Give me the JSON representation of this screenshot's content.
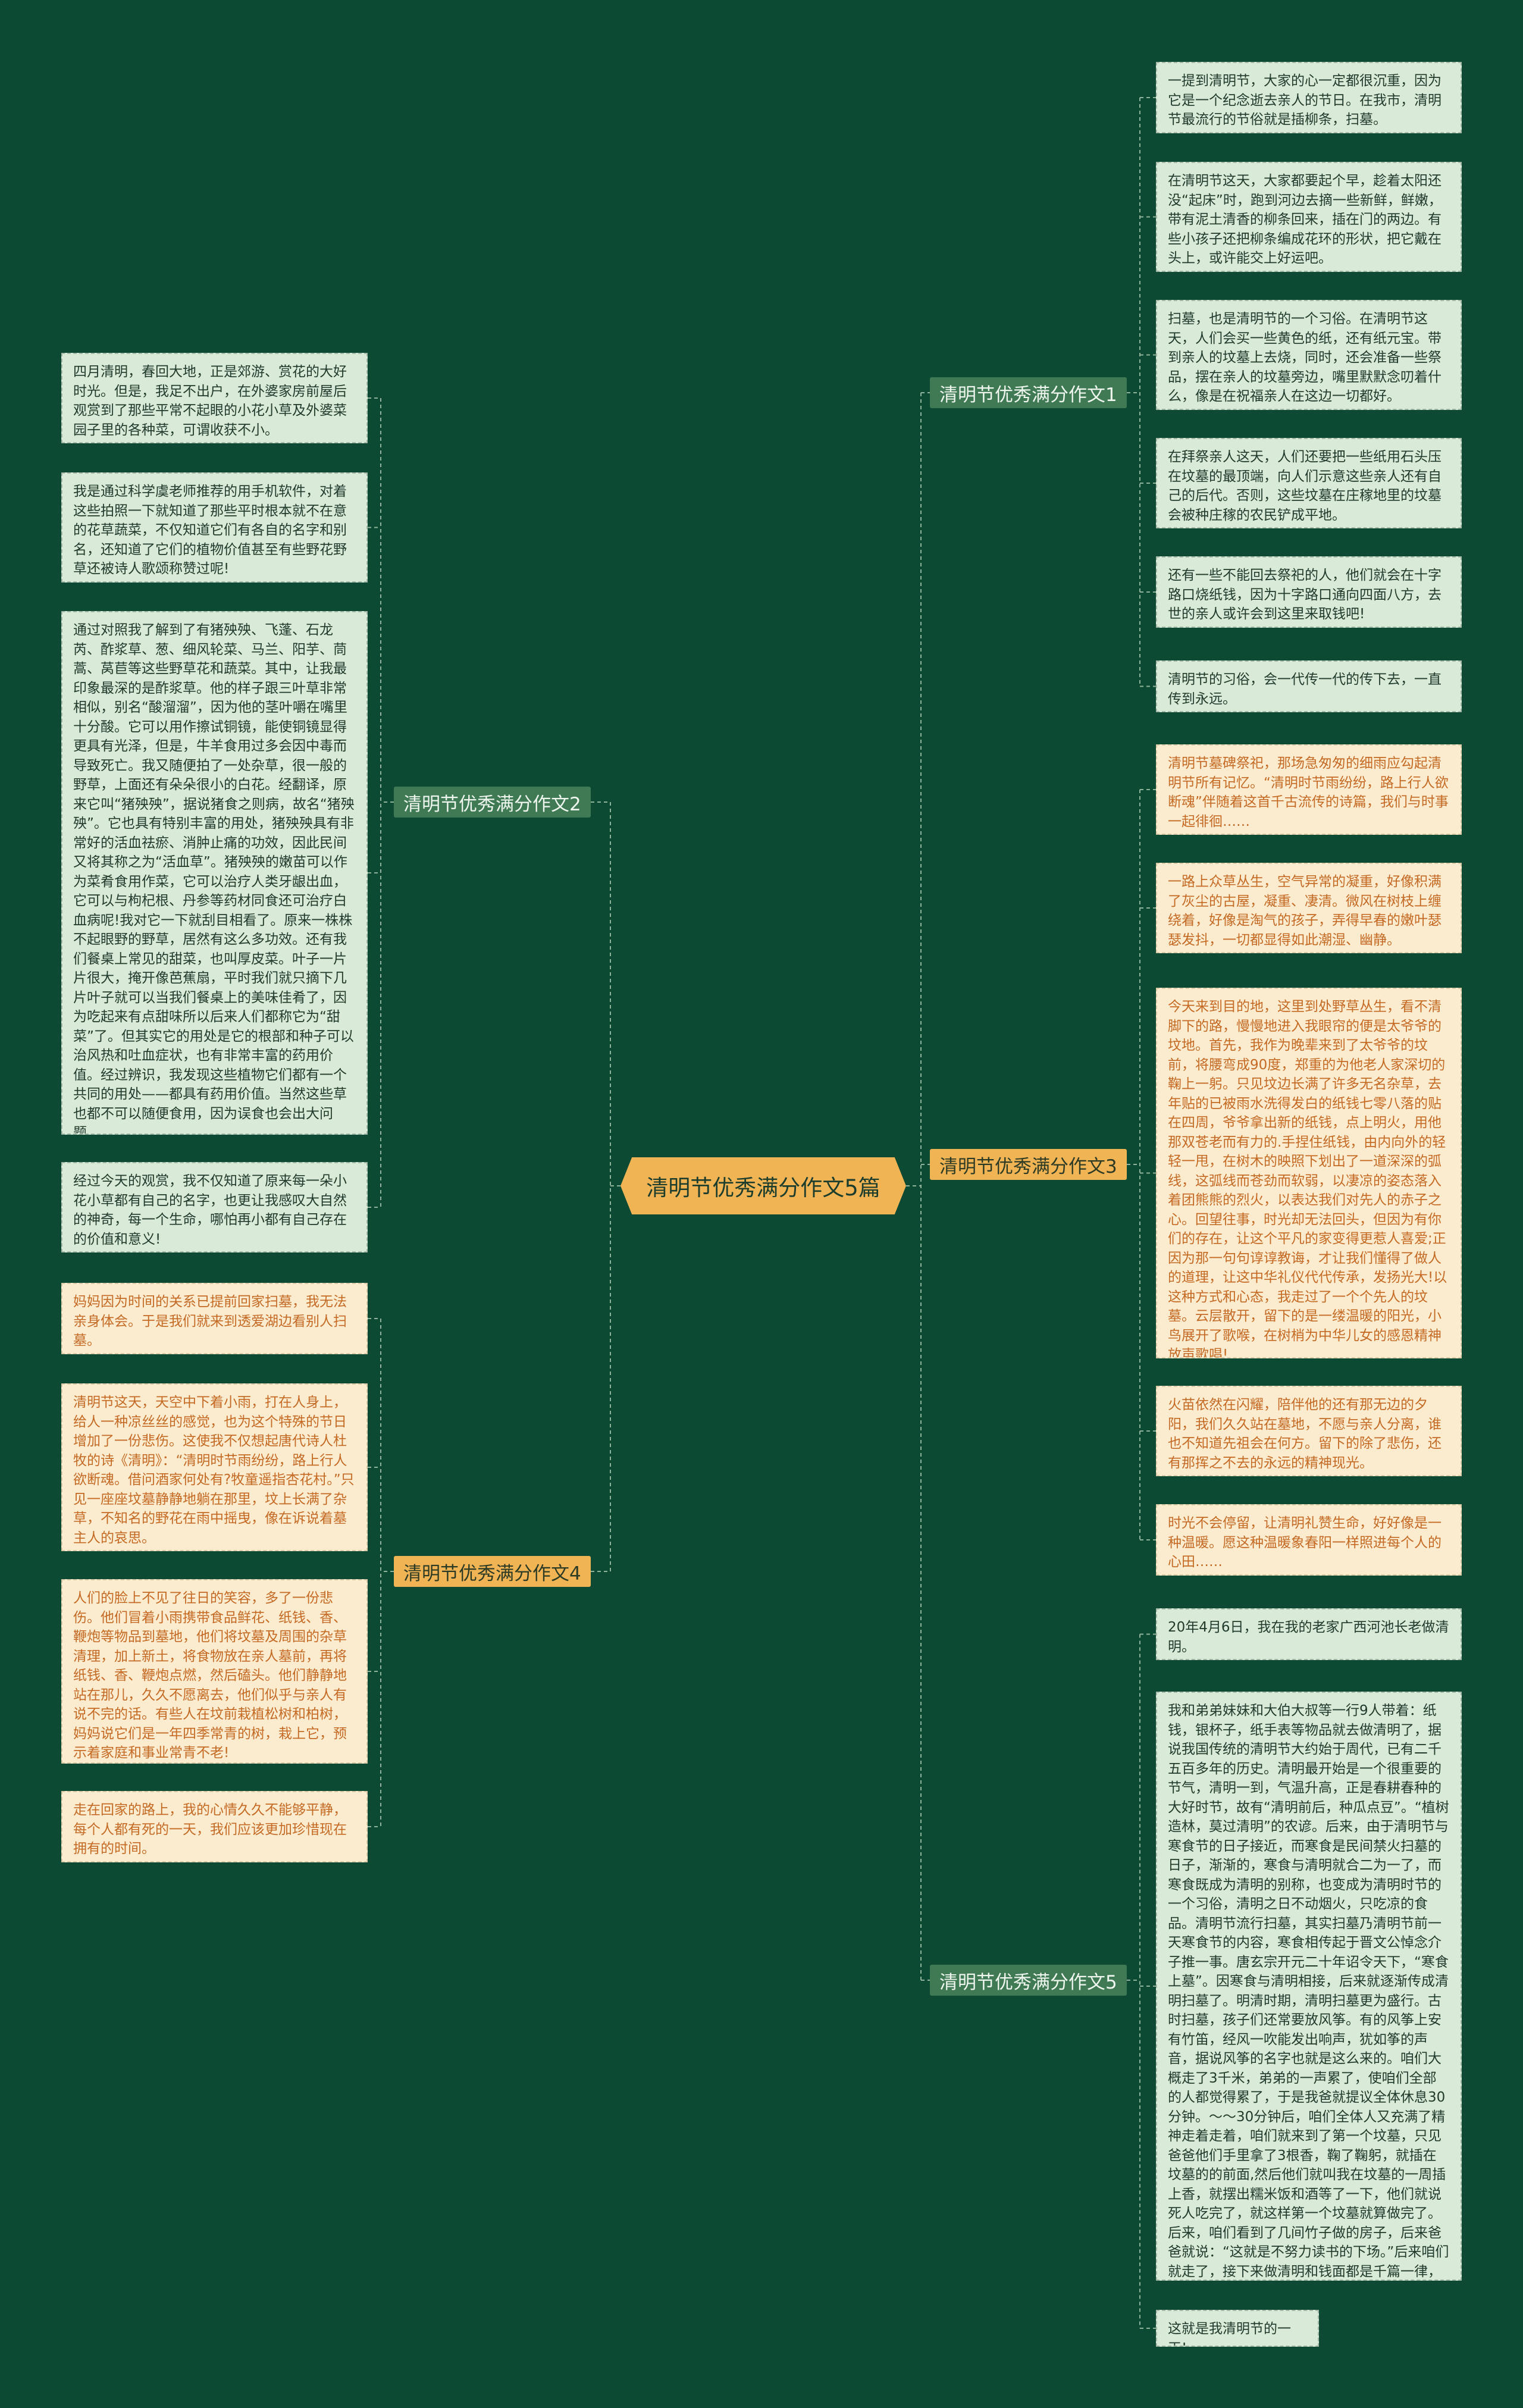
{
  "root": "清明节优秀满分作文5篇",
  "branches": [
    {
      "label": "清明节优秀满分作文1",
      "items": [
        "一提到清明节，大家的心一定都很沉重，因为它是一个纪念逝去亲人的节日。在我市，清明节最流行的节俗就是插柳条，扫墓。",
        "在清明节这天，大家都要起个早，趁着太阳还没“起床”时，跑到河边去摘一些新鲜，鲜嫩，带有泥土清香的柳条回来，插在门的两边。有些小孩子还把柳条编成花环的形状，把它戴在头上，或许能交上好运吧。",
        "扫墓，也是清明节的一个习俗。在清明节这天，人们会买一些黄色的纸，还有纸元宝。带到亲人的坟墓上去烧，同时，还会准备一些祭品，摆在亲人的坟墓旁边，嘴里默默念叨着什么，像是在祝福亲人在这边一切都好。",
        "在拜祭亲人这天，人们还要把一些纸用石头压在坟墓的最顶端，向人们示意这些亲人还有自己的后代。否则，这些坟墓在庄稼地里的坟墓会被种庄稼的农民铲成平地。",
        "还有一些不能回去祭祀的人，他们就会在十字路口烧纸钱，因为十字路口通向四面八方，去世的亲人或许会到这里来取钱吧!",
        "清明节的习俗，会一代传一代的传下去，一直传到永远。"
      ]
    },
    {
      "label": "清明节优秀满分作文2",
      "items": [
        "四月清明，春回大地，正是郊游、赏花的大好时光。但是，我足不出户，在外婆家房前屋后观赏到了那些平常不起眼的小花小草及外婆菜园子里的各种菜，可谓收获不小。",
        "我是通过科学虞老师推荐的用手机软件，对着这些拍照一下就知道了那些平时根本就不在意的花草蔬菜，不仅知道它们有各自的名字和别名，还知道了它们的植物价值甚至有些野花野草还被诗人歌颂称赞过呢!",
        "通过对照我了解到了有猪殃殃、飞蓬、石龙芮、酢浆草、葱、细风轮菜、马兰、阳芋、茼蒿、莴苣等这些野草花和蔬菜。其中，让我最印象最深的是酢浆草。他的样子跟三叶草非常相似，别名“酸溜溜”，因为他的茎叶嚼在嘴里十分酸。它可以用作擦试铜镜，能使铜镜显得更具有光泽，但是，牛羊食用过多会因中毒而导致死亡。我又随便拍了一处杂草，很一般的野草，上面还有朵朵很小的白花。经翻译，原来它叫“猪殃殃”，据说猪食之则病，故名“猪殃殃”。它也具有特别丰富的用处，猪殃殃具有非常好的活血祛瘀、消肿止痛的功效，因此民间又将其称之为“活血草”。猪殃殃的嫩苗可以作为菜肴食用作菜，它可以治疗人类牙龈出血，它可以与枸杞根、丹参等药材同食还可治疗白血病呢!我对它一下就刮目相看了。原来一株株不起眼野的野草，居然有这么多功效。还有我们餐桌上常见的甜菜，也叫厚皮菜。叶子一片片很大，掩开像芭蕉扇，平时我们就只摘下几片叶子就可以当我们餐桌上的美味佳肴了，因为吃起来有点甜味所以后来人们都称它为“甜菜”了。但其实它的用处是它的根部和种子可以治风热和吐血症状，也有非常丰富的药用价值。经过辨识，我发现这些植物它们都有一个共同的用处——都具有药用价值。当然这些草也都不可以随便食用，因为误食也会出大问题。",
        "经过今天的观赏，我不仅知道了原来每一朵小花小草都有自己的名字，也更让我感叹大自然的神奇，每一个生命，哪怕再小都有自己存在的价值和意义!"
      ]
    },
    {
      "label": "清明节优秀满分作文3",
      "items": [
        "清明节墓碑祭祀，那场急匆匆的细雨应勾起清明节所有记忆。“清明时节雨纷纷，路上行人欲断魂”伴随着这首千古流传的诗篇，我们与时事一起徘徊……",
        "一路上众草丛生，空气异常的凝重，好像积满了灰尘的古屋，凝重、凄清。微风在树枝上缠绕着，好像是淘气的孩子，弄得早春的嫩叶瑟瑟发抖，一切都显得如此潮湿、幽静。",
        "今天来到目的地，这里到处野草丛生，看不清脚下的路，慢慢地进入我眼帘的便是太爷爷的坟地。首先，我作为晚辈来到了太爷爷的坟前，将腰弯成90度，郑重的为他老人家深切的鞠上一躬。只见坟边长满了许多无名杂草，去年贴的已被雨水洗得发白的纸钱七零八落的贴在四周，爷爷拿出新的纸钱，点上明火，用他那双苍老而有力的.手捏住纸钱，由内向外的轻轻一甩，在树木的映照下划出了一道深深的弧线，这弧线而苍劲而软弱，以凄凉的姿态落入着团熊熊的烈火，以表达我们对先人的赤子之心。回望往事，时光却无法回头，但因为有你们的存在，让这个平凡的家变得更惹人喜爱;正因为那一句句谆谆教诲，才让我们懂得了做人的道理，让这中华礼仪代代传承，发扬光大!以这种方式和心态，我走过了一个个先人的坟墓。云层散开，留下的是一缕温暖的阳光，小鸟展开了歌喉，在树梢为中华儿女的感恩精神放声歌唱!",
        "火苗依然在闪耀，陪伴他的还有那无边的夕阳，我们久久站在墓地，不愿与亲人分离，谁也不知道先祖会在何方。留下的除了悲伤，还有那挥之不去的永远的精神现光。",
        "时光不会停留，让清明礼赞生命，好好像是一种温暖。愿这种温暖象春阳一样照进每个人的心田……"
      ]
    },
    {
      "label": "清明节优秀满分作文4",
      "items": [
        "妈妈因为时间的关系已提前回家扫墓，我无法亲身体会。于是我们就来到透爱湖边看别人扫墓。",
        "清明节这天，天空中下着小雨，打在人身上，给人一种凉丝丝的感觉，也为这个特殊的节日增加了一份悲伤。这使我不仅想起唐代诗人杜牧的诗《清明》：“清明时节雨纷纷，路上行人欲断魂。借问酒家何处有?牧童遥指杏花村。”只见一座座坟墓静静地躺在那里，坟上长满了杂草，不知名的野花在雨中摇曳，像在诉说着墓主人的哀思。",
        "人们的脸上不见了往日的笑容，多了一份悲伤。他们冒着小雨携带食品鲜花、纸钱、香、鞭炮等物品到墓地，他们将坟墓及周围的杂草清理，加上新土，将食物放在亲人墓前，再将纸钱、香、鞭炮点燃，然后磕头。他们静静地站在那儿，久久不愿离去，他们似乎与亲人有说不完的话。有些人在坟前栽植松树和柏树，妈妈说它们是一年四季常青的树，栽上它，预示着家庭和事业常青不老!",
        "走在回家的路上，我的心情久久不能够平静，每个人都有死的一天，我们应该更加珍惜现在拥有的时间。"
      ]
    },
    {
      "label": "清明节优秀满分作文5",
      "items": [
        "20年4月6日，我在我的老家广西河池长老做清明。",
        "我和弟弟妹妹和大伯大叔等一行9人带着：纸钱，银杯子，纸手表等物品就去做清明了，据说我国传统的清明节大约始于周代，已有二千五百多年的历史。清明最开始是一个很重要的节气，清明一到，气温升高，正是春耕春种的大好时节，故有“清明前后，种瓜点豆”。“植树造林，莫过清明”的农谚。后来，由于清明节与寒食节的日子接近，而寒食是民间禁火扫墓的日子，渐渐的，寒食与清明就合二为一了，而寒食既成为清明的别称，也变成为清明时节的一个习俗，清明之日不动烟火，只吃凉的食品。清明节流行扫墓，其实扫墓乃清明节前一天寒食节的内容，寒食相传起于晋文公悼念介子推一事。唐玄宗开元二十年诏令天下，“寒食上墓”。因寒食与清明相接，后来就逐渐传成清明扫墓了。明清时期，清明扫墓更为盛行。古时扫墓，孩子们还常要放风筝。有的风筝上安有竹笛，经风一吹能发出响声，犹如筝的声音，据说风筝的名字也就是这么来的。咱们大概走了3千米，弟弟的一声累了，使咱们全部的人都觉得累了，于是我爸就提议全体休息30分钟。～～30分钟后，咱们全体人又充满了精神走着走着，咱们就来到了第一个坟墓，只见爸爸他们手里拿了3根香，鞠了鞠躬，就插在坟墓的的前面,然后他们就叫我在坟墓的一周插上香，就摆出糯米饭和酒等了一下，他们就说死人吃完了，就这样第一个坟墓就算做完了。后来，咱们看到了几间竹子做的房子，后来爸爸就说：“这就是不努力读书的下场。”后来咱们就走了，接下来做清明和钱面都是千篇一律，我就不——列举了。",
        "这就是我清明节的一天!"
      ]
    }
  ]
}
